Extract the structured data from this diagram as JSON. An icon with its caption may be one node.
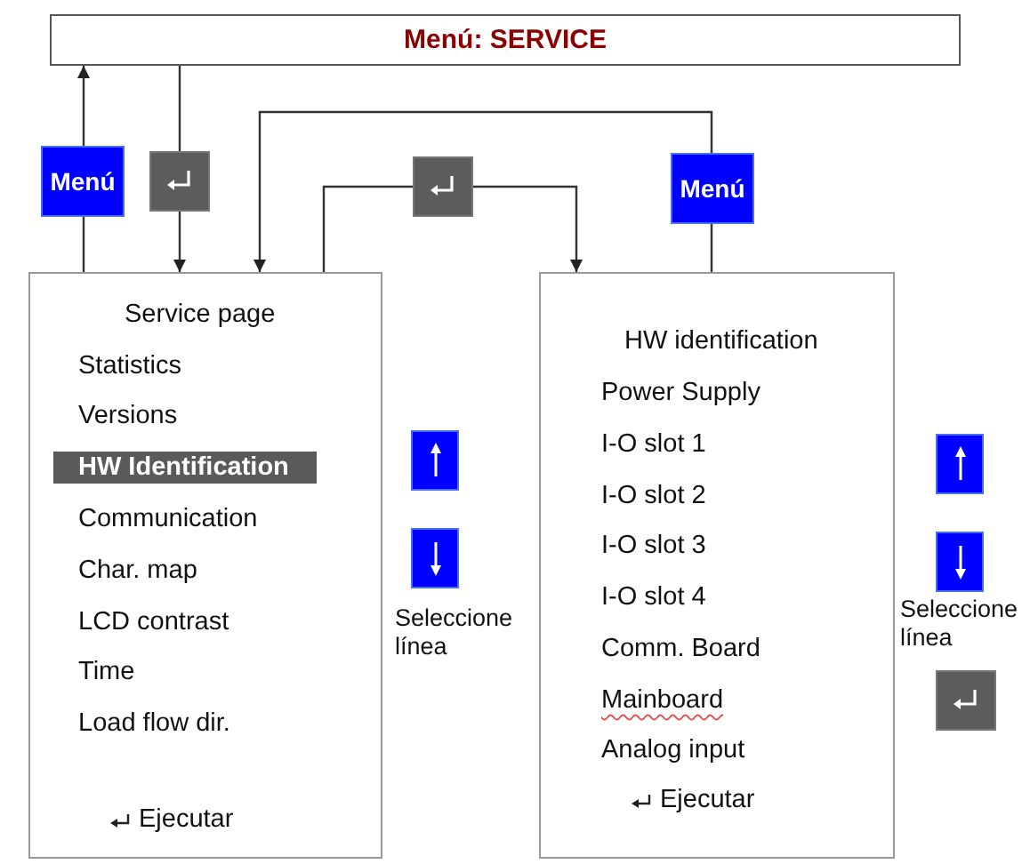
{
  "diagram": {
    "nodes": [
      {
        "text": [
          "Menú: SERVICE"
        ]
      },
      {
        "text": [
          "Service page",
          "Statistics",
          "Versions",
          "HW Identification",
          "Communication",
          "Char. map",
          "LCD contrast",
          "Time",
          "Load flow dir.",
          "Ejecutar"
        ]
      },
      {
        "text": [
          "HW identification",
          "Power Supply",
          "I-O slot 1",
          "I-O slot 2",
          "I-O slot 3",
          "I-O slot 4",
          "Comm. Board",
          "Mainboard",
          "Analog input",
          "Ejecutar"
        ]
      },
      {
        "text": [
          "Menú"
        ]
      },
      {
        "text": [],
        "shape": "box"
      },
      {
        "text": [],
        "shape": "box"
      },
      {
        "text": [
          "Menú"
        ]
      }
    ],
    "edges": [
      {
        "from": 1,
        "to": 3,
        "arrow": "none"
      },
      {
        "from": 3,
        "to": 0,
        "arrow": "to"
      },
      {
        "from": 0,
        "to": 4,
        "arrow": "none"
      },
      {
        "from": 4,
        "to": 1,
        "arrow": "to"
      },
      {
        "from": 1,
        "to": 5,
        "arrow": "none"
      },
      {
        "from": 5,
        "to": 2,
        "arrow": "to"
      },
      {
        "from": 2,
        "to": 6,
        "arrow": "none"
      },
      {
        "from": 6,
        "to": 1,
        "arrow": "to"
      }
    ],
    "labels": [
      "Seleccione línea",
      "Seleccione línea"
    ]
  }
}
